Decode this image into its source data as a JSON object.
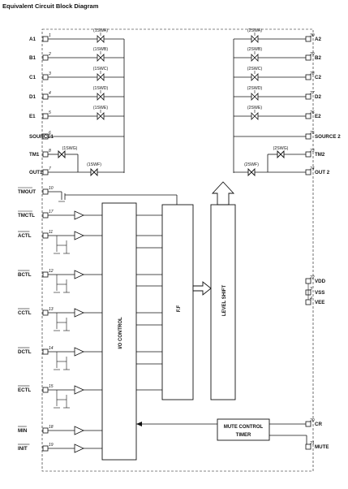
{
  "title": "Equivalent Circuit Block Diagram",
  "left_pins": [
    {
      "num": "1",
      "label": "A1",
      "switch": "(1SWA)"
    },
    {
      "num": "2",
      "label": "B1",
      "switch": "(1SWB)"
    },
    {
      "num": "3",
      "label": "C1",
      "switch": "(1SWC)"
    },
    {
      "num": "4",
      "label": "D1",
      "switch": "(1SWD)"
    },
    {
      "num": "5",
      "label": "E1",
      "switch": "(1SWE)"
    },
    {
      "num": "6",
      "label": "SOURCE1"
    },
    {
      "num": "8",
      "label": "TM1",
      "switch": "(1SWG)"
    },
    {
      "num": "7",
      "label": "OUT1",
      "switch": "(1SWF)"
    }
  ],
  "right_pins": [
    {
      "num": "30",
      "label": "A2",
      "switch": "(2SWA)"
    },
    {
      "num": "29",
      "label": "B2",
      "switch": "(2SWB)"
    },
    {
      "num": "28",
      "label": "C2",
      "switch": "(2SWC)"
    },
    {
      "num": "27",
      "label": "D2",
      "switch": "(2SWD)"
    },
    {
      "num": "26",
      "label": "E2",
      "switch": "(2SWE)"
    },
    {
      "num": "25",
      "label": "SOURCE 2"
    },
    {
      "num": "23",
      "label": "TM2",
      "switch": "(2SWG)"
    },
    {
      "num": "24",
      "label": "OUT 2",
      "switch": "(2SWF)"
    }
  ],
  "control_pins": [
    {
      "num": "10",
      "label": "TMOUT",
      "bar": true
    },
    {
      "num": "17",
      "label": "TMCTL",
      "bar": true
    },
    {
      "num": "11",
      "label": "ACTL",
      "bar": true
    },
    {
      "num": "12",
      "label": "BCTL",
      "bar": true
    },
    {
      "num": "13",
      "label": "CCTL",
      "bar": true
    },
    {
      "num": "14",
      "label": "DCTL",
      "bar": true
    },
    {
      "num": "15",
      "label": "ECTL",
      "bar": true
    },
    {
      "num": "18",
      "label": "MIN",
      "bar": true
    },
    {
      "num": "19",
      "label": "INIT",
      "bar": true
    }
  ],
  "power_pins": [
    {
      "num": "22",
      "label": "VDD"
    },
    {
      "num": "3",
      "label": "VSS"
    },
    {
      "num": "4",
      "label": "VEE"
    }
  ],
  "mute_pins": [
    {
      "num": "20",
      "label": "CR"
    },
    {
      "num": "21",
      "label": "MUTE"
    }
  ],
  "blocks": {
    "control": "I/O   CONTROL",
    "ff": "F.F",
    "level_shift": "LEVEL SHIFT",
    "mute_timer_line1": "MUTE CONTROL",
    "mute_timer_line2": "TIMER"
  }
}
